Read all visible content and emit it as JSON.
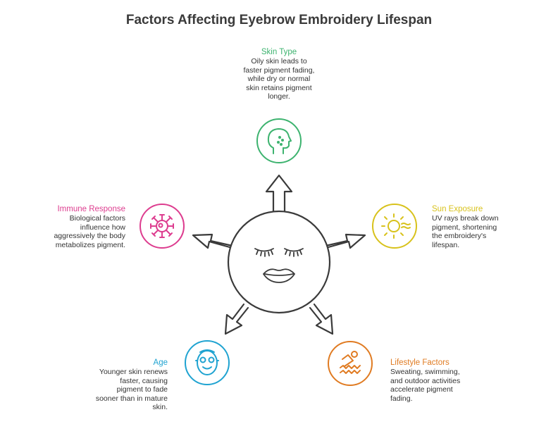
{
  "title": "Factors Affecting Eyebrow Embroidery Lifespan",
  "colors": {
    "skin": "#3db36f",
    "sun": "#d8c21c",
    "lifestyle": "#e07b22",
    "age": "#1fa3d1",
    "immune": "#dd3d8f",
    "outline": "#3a3a3a"
  },
  "factors": {
    "skin_type": {
      "title": "Skin Type",
      "desc": [
        "Oily skin leads to",
        "faster pigment fading,",
        "while dry or normal",
        "skin retains pigment",
        "longer."
      ],
      "icon": "head-skin-icon"
    },
    "sun_exposure": {
      "title": "Sun Exposure",
      "desc": [
        "UV rays break down",
        "pigment, shortening",
        "the embroidery's",
        "lifespan."
      ],
      "icon": "sun-icon"
    },
    "lifestyle": {
      "title": "Lifestyle Factors",
      "desc": [
        "Sweating, swimming,",
        "and outdoor activities",
        "accelerate pigment",
        "fading."
      ],
      "icon": "swimmer-icon"
    },
    "age": {
      "title": "Age",
      "desc": [
        "Younger skin renews",
        "faster, causing",
        "pigment to fade",
        "sooner than in mature",
        "skin."
      ],
      "icon": "face-age-icon"
    },
    "immune": {
      "title": "Immune Response",
      "desc": [
        "Biological factors",
        "influence how",
        "aggressively the body",
        "metabolizes pigment."
      ],
      "icon": "virus-cell-icon"
    }
  }
}
